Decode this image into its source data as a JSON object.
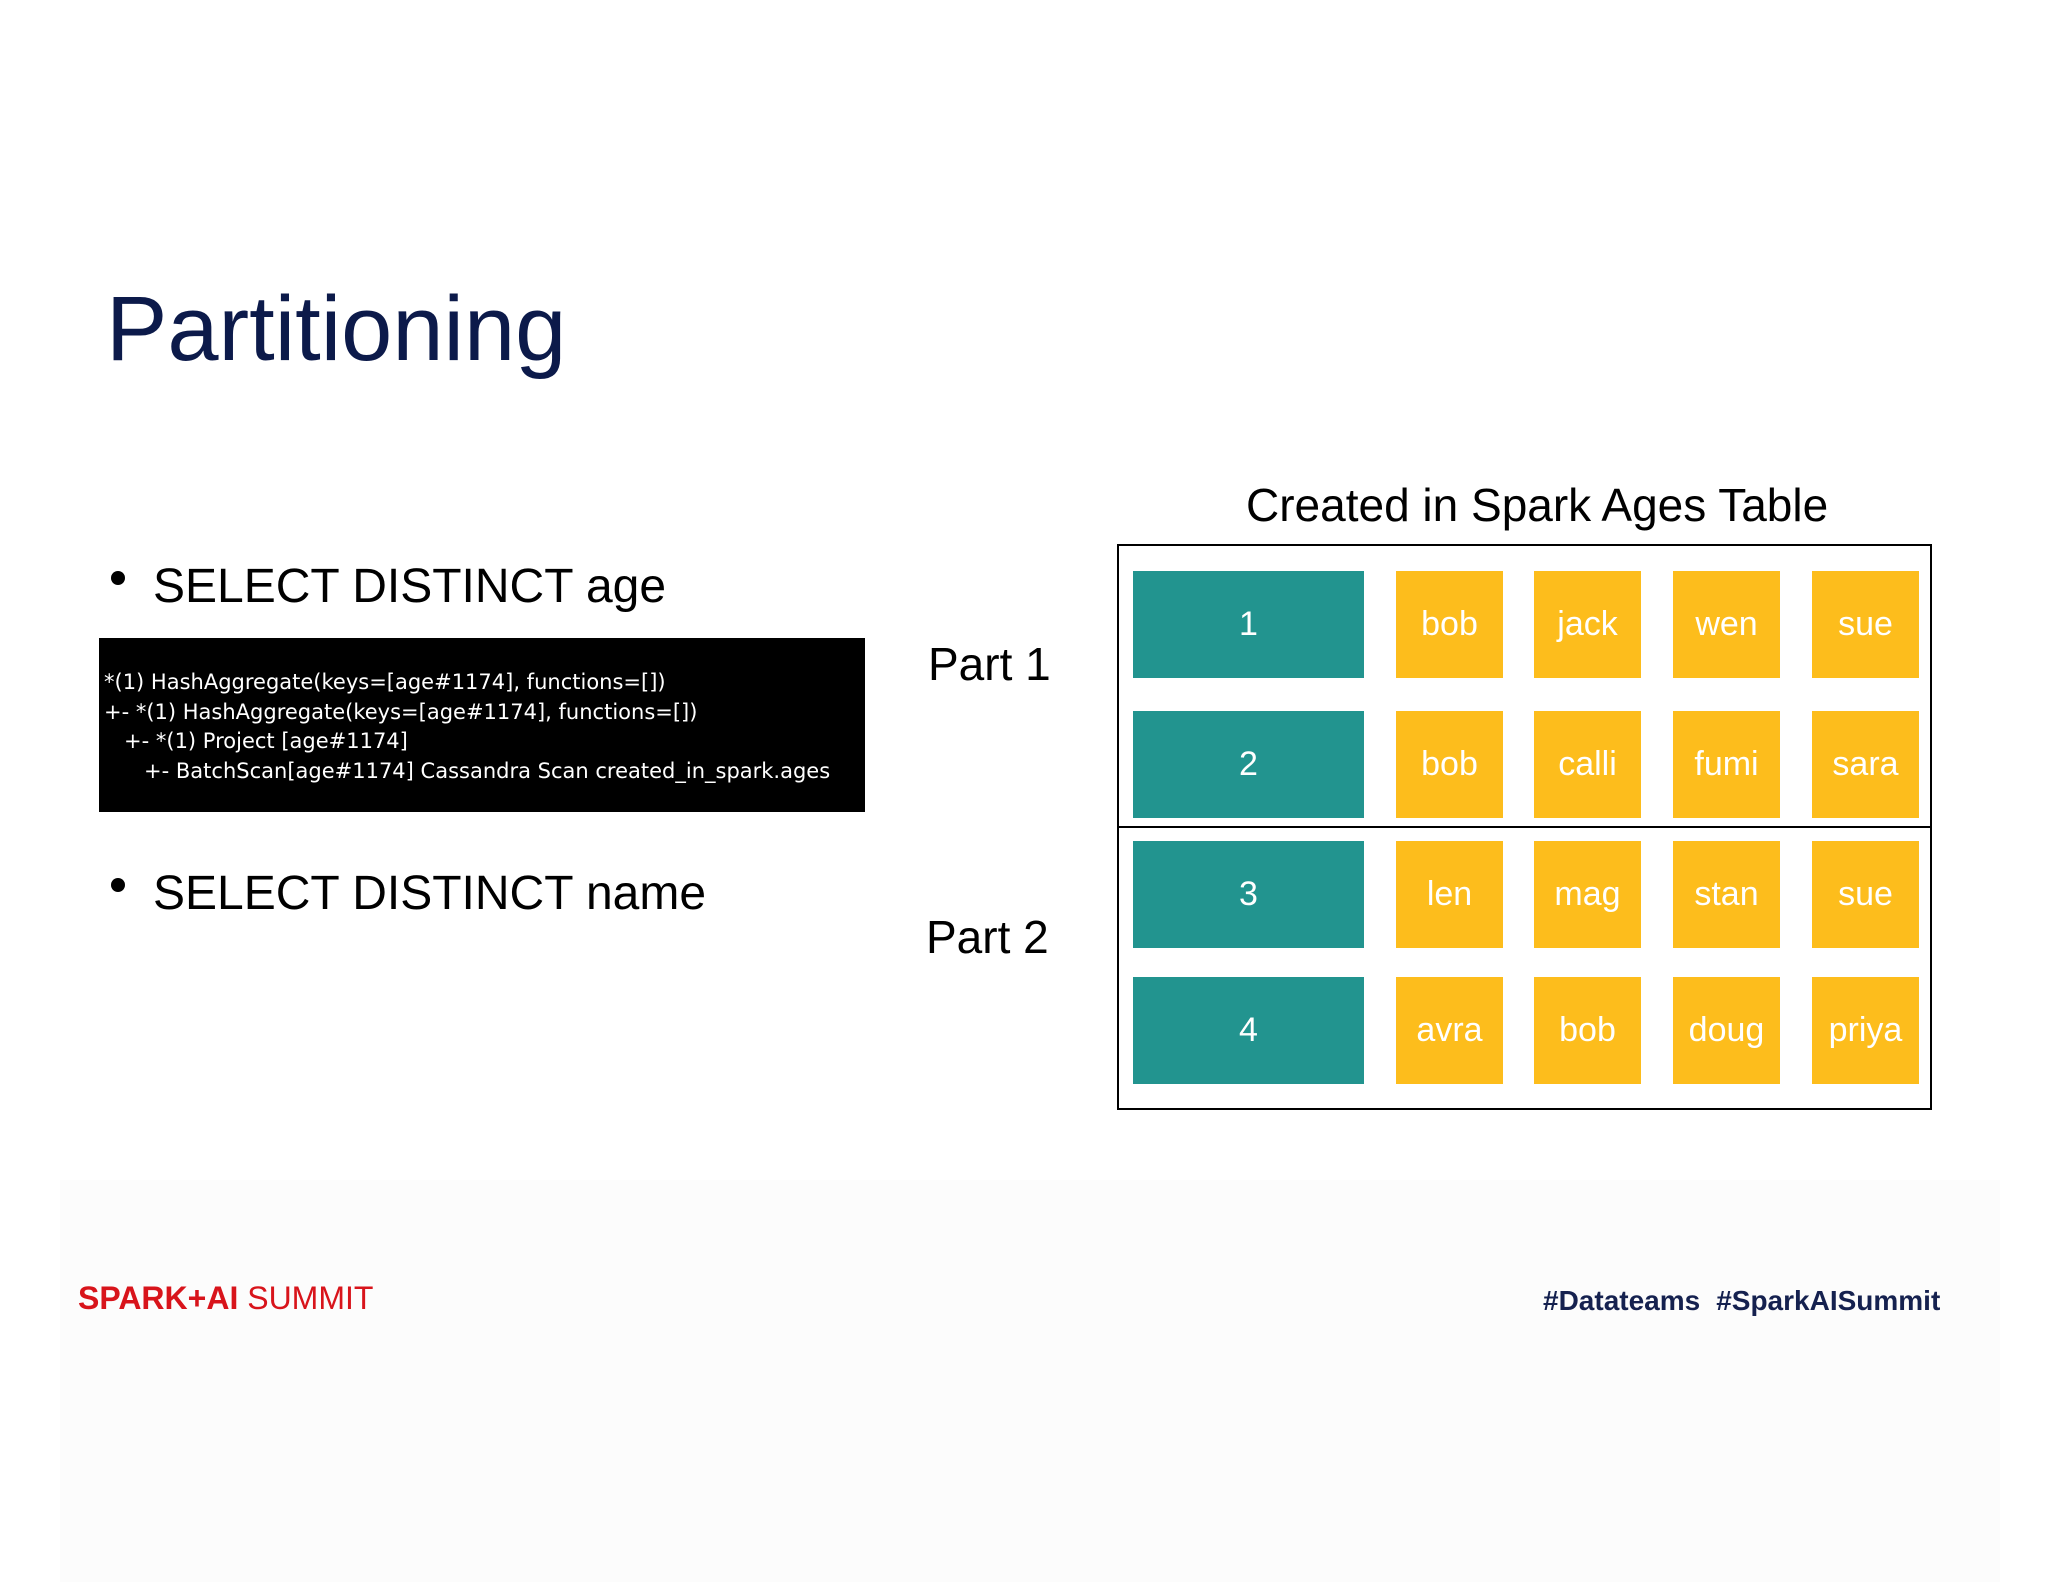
{
  "title": "Partitioning",
  "bullets": [
    "SELECT DISTINCT age",
    "SELECT DISTINCT name"
  ],
  "plan_lines": [
    "*(1) HashAggregate(keys=[age#1174], functions=[])",
    "+- *(1) HashAggregate(keys=[age#1174], functions=[])",
    "   +- *(1) Project [age#1174]",
    "      +- BatchScan[age#1174] Cassandra Scan created_in_spark.ages"
  ],
  "table": {
    "title": "Created in Spark Ages Table",
    "partitions": [
      {
        "label": "Part 1",
        "rows": [
          {
            "age": "1",
            "names": [
              "bob",
              "jack",
              "wen",
              "sue"
            ]
          },
          {
            "age": "2",
            "names": [
              "bob",
              "calli",
              "fumi",
              "sara"
            ]
          }
        ]
      },
      {
        "label": "Part 2",
        "rows": [
          {
            "age": "3",
            "names": [
              "len",
              "mag",
              "stan",
              "sue"
            ]
          },
          {
            "age": "4",
            "names": [
              "avra",
              "bob",
              "doug",
              "priya"
            ]
          }
        ]
      }
    ]
  },
  "footer": {
    "brand_bold": "SPARK+AI",
    "brand_light": " SUMMIT",
    "hashtags": [
      "#Datateams",
      "#SparkAISummit"
    ]
  },
  "colors": {
    "title": "#0c1a4a",
    "id_cell": "#22948f",
    "name_cell": "#fdbd1c",
    "brand": "#d8141b",
    "hashtags": "#15214f"
  }
}
